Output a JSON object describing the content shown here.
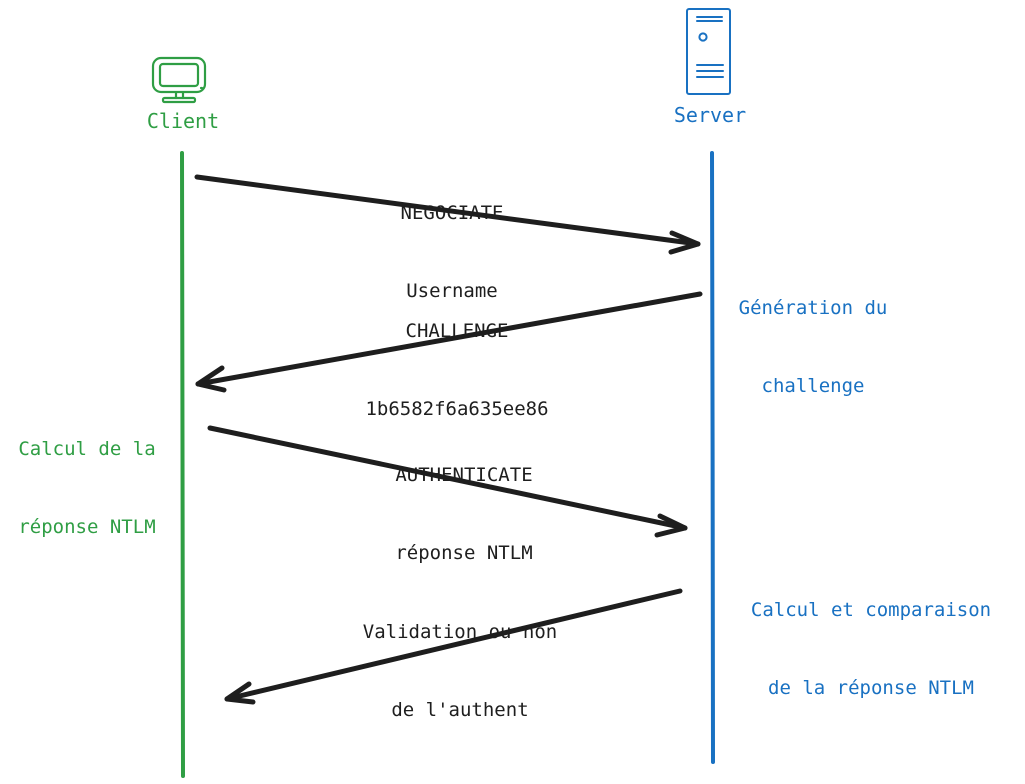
{
  "actors": {
    "client": {
      "label": "Client",
      "icon": "monitor-icon",
      "color": "#2f9e44"
    },
    "server": {
      "label": "Server",
      "icon": "server-tower-icon",
      "color": "#1971c2"
    }
  },
  "messages": [
    {
      "line1": "NEGOCIATE",
      "line2": "Username",
      "direction": "client-to-server"
    },
    {
      "line1": "CHALLENGE",
      "line2": "1b6582f6a635ee86",
      "direction": "server-to-client"
    },
    {
      "line1": "AUTHENTICATE",
      "line2": "réponse NTLM",
      "direction": "client-to-server"
    },
    {
      "line1": "Validation ou non",
      "line2": "de l'authent",
      "direction": "server-to-client"
    }
  ],
  "notes": {
    "client_calc": {
      "line1": "Calcul de la",
      "line2": "réponse NTLM"
    },
    "server_gen": {
      "line1": "Génération du",
      "line2": "challenge"
    },
    "server_check": {
      "line1": "Calcul et comparaison",
      "line2": "de la réponse NTLM"
    }
  },
  "colors": {
    "arrow": "#1e1e1e",
    "text": "#1e1e1e"
  }
}
